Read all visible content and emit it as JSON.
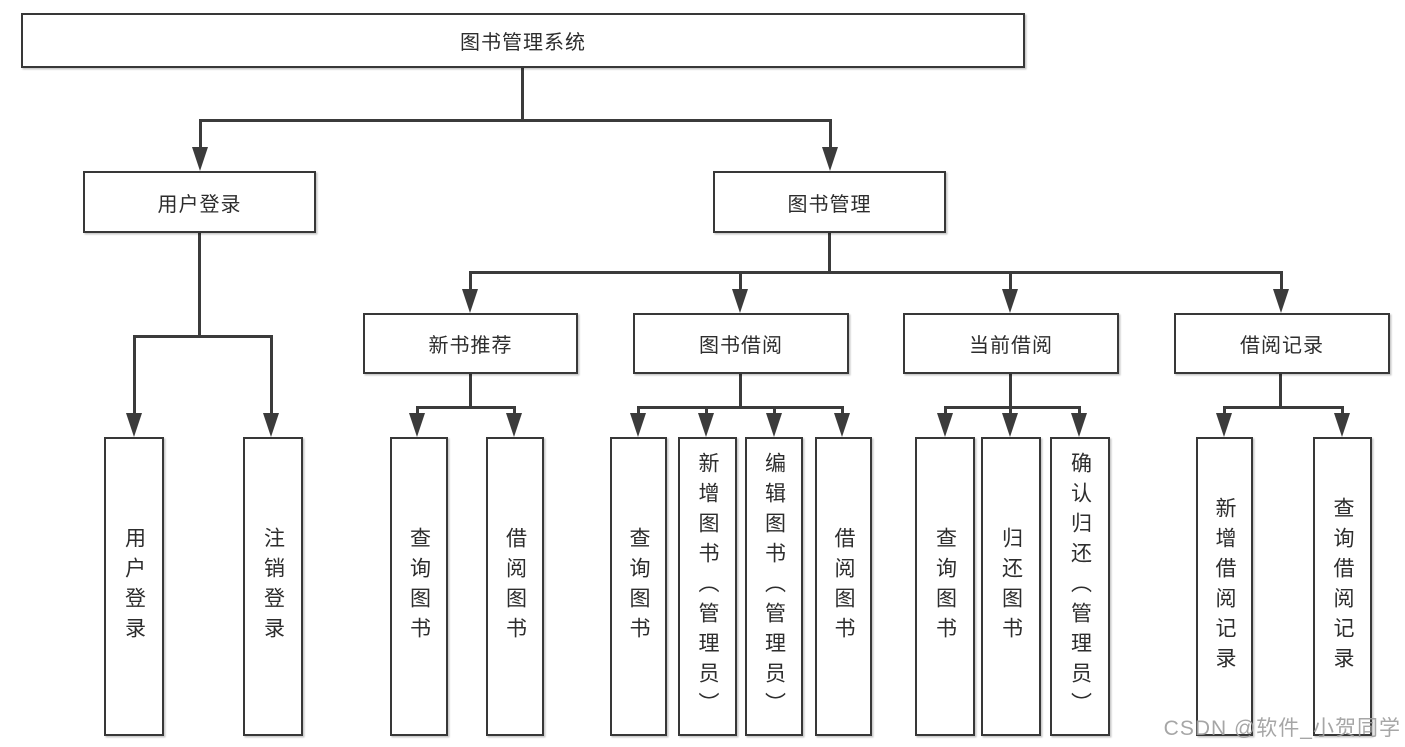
{
  "diagram": {
    "root_label": "图书管理系统",
    "level2": [
      "用户登录",
      "图书管理"
    ],
    "level3": [
      "新书推荐",
      "图书借阅",
      "当前借阅",
      "借阅记录"
    ],
    "leaves": {
      "login": [
        "用户登录",
        "注销登录"
      ],
      "recommend": [
        "查询图书",
        "借阅图书"
      ],
      "borrow": [
        "查询图书",
        "新增图书（管理员）",
        "编辑图书（管理员）",
        "借阅图书"
      ],
      "current": [
        "查询图书",
        "归还图书",
        "确认归还（管理员）"
      ],
      "records": [
        "新增借阅记录",
        "查询借阅记录"
      ]
    }
  },
  "watermark": {
    "text": "CSDN @软件_小贺同学",
    "color": "#9e9e9e"
  },
  "colors": {
    "background": "#ffffff",
    "line": "#3b3b3b",
    "box_border": "#383838",
    "text": "#2d2d2d"
  }
}
